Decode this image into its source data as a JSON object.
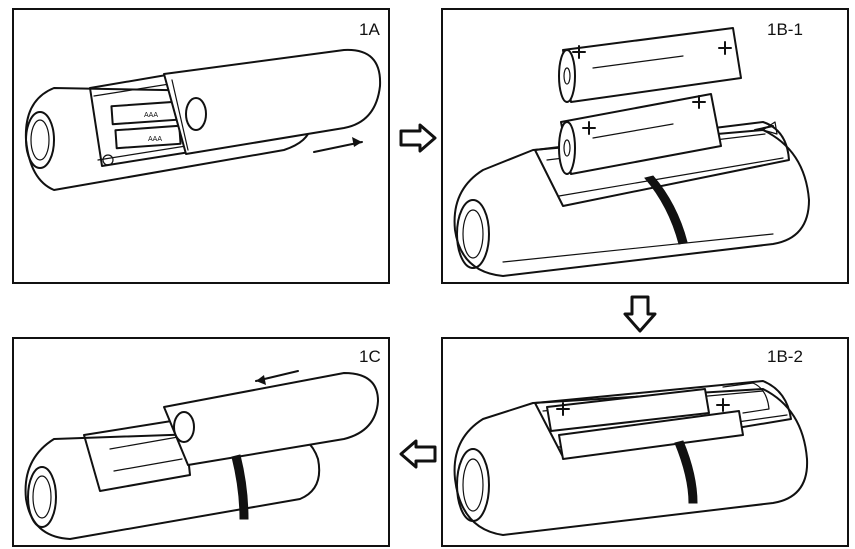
{
  "panels": {
    "p1a": {
      "label": "1A"
    },
    "p1b1": {
      "label": "1B-1"
    },
    "p1b2": {
      "label": "1B-2"
    },
    "p1c": {
      "label": "1C"
    }
  },
  "icons": {
    "flow_right": "hollow-arrow-right-icon",
    "flow_down": "hollow-arrow-down-icon",
    "flow_left": "hollow-arrow-left-icon",
    "slide_right": "arrow-right-icon",
    "slide_left": "arrow-left-icon"
  },
  "colors": {
    "ink": "#111111",
    "paper": "#ffffff"
  }
}
